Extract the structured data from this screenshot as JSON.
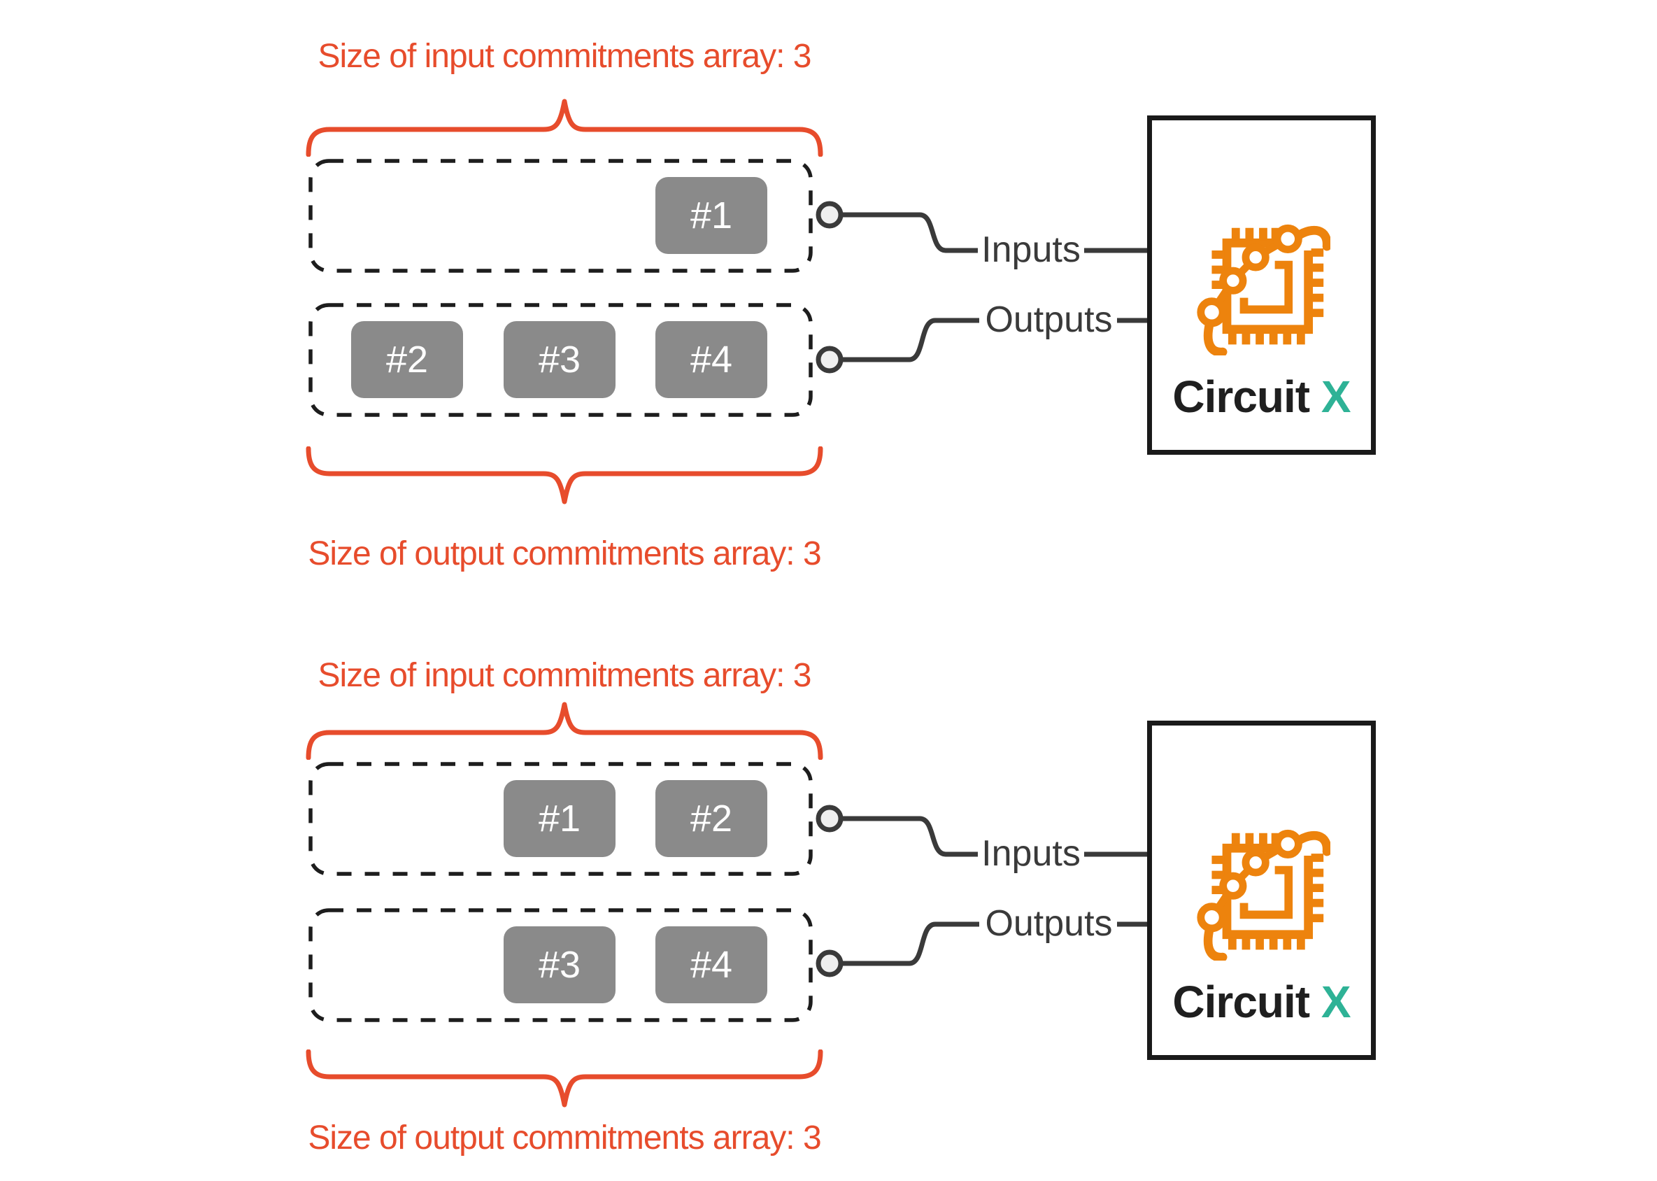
{
  "colors": {
    "annotation_red": "#E74C2C",
    "icon_orange": "#ED830D",
    "variant_teal": "#2EB296",
    "wire_dark": "#3A3A3A",
    "chip_gray": "#8A8A8A",
    "node_fill": "#EFEFEF",
    "border_black": "#1A1A1A"
  },
  "diagrams": [
    {
      "top_label": "Size of input commitments array: 3",
      "bottom_label": "Size of output commitments array: 3",
      "inputs_label": "Inputs",
      "outputs_label": "Outputs",
      "circuit_name": "Circuit",
      "circuit_variant": "X",
      "input_boxes": [
        {
          "label": "#1"
        }
      ],
      "output_boxes": [
        {
          "label": "#2"
        },
        {
          "label": "#3"
        },
        {
          "label": "#4"
        }
      ]
    },
    {
      "top_label": "Size of input commitments array: 3",
      "bottom_label": "Size of output commitments array: 3",
      "inputs_label": "Inputs",
      "outputs_label": "Outputs",
      "circuit_name": "Circuit",
      "circuit_variant": "X",
      "input_boxes": [
        {
          "label": "#1"
        },
        {
          "label": "#2"
        }
      ],
      "output_boxes": [
        {
          "label": "#3"
        },
        {
          "label": "#4"
        }
      ]
    }
  ]
}
